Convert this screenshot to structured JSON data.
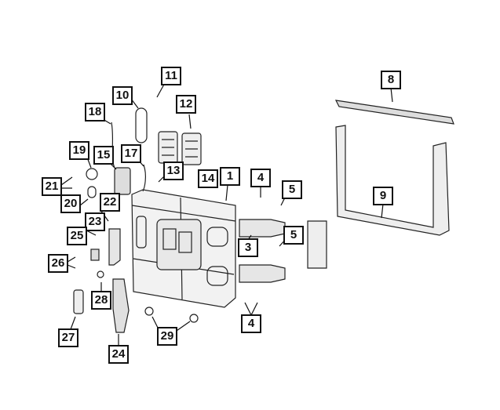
{
  "callouts": {
    "c1": "1",
    "c3": "3",
    "c4a": "4",
    "c4b": "4",
    "c5a": "5",
    "c5b": "5",
    "c8": "8",
    "c9": "9",
    "c10": "10",
    "c11": "11",
    "c12": "12",
    "c13": "13",
    "c14": "14",
    "c15": "15",
    "c17": "17",
    "c18": "18",
    "c19": "19",
    "c20": "20",
    "c21": "21",
    "c22": "22",
    "c23": "23",
    "c24": "24",
    "c25": "25",
    "c26": "26",
    "c27": "27",
    "c28": "28",
    "c29": "29"
  }
}
